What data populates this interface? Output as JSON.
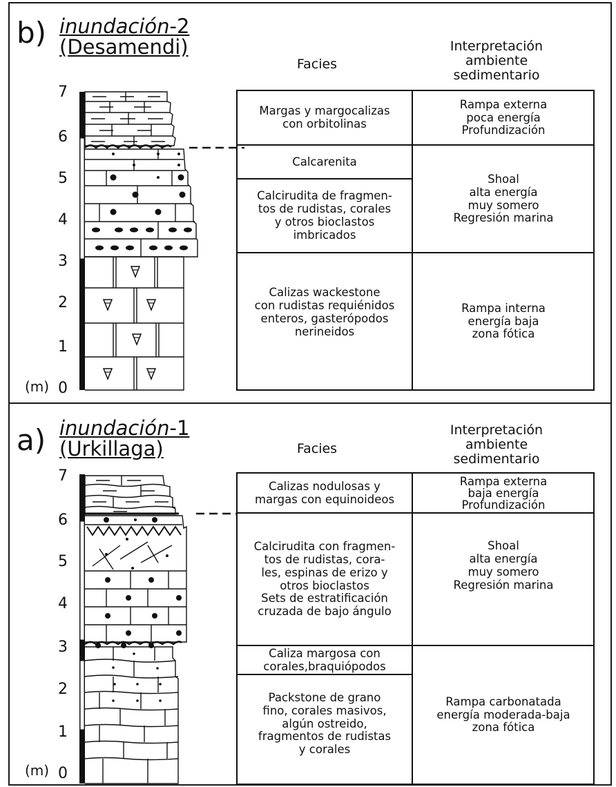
{
  "panel_b": {
    "label": "b)",
    "title_line1_word": "inundación",
    "title_line1_suffix": "-2",
    "title_line2": "(Desamendi)",
    "col_facies_header": "Facies",
    "col_interp_header": "Interpretación\nambiente\nsedimentario",
    "axis_unit": "(m)",
    "axis_ticks": [
      "7",
      "6",
      "5",
      "4",
      "3",
      "2",
      "1",
      "0"
    ],
    "facies": [
      "Margas y margocalizas\ncon orbitolinas",
      "Calcarenita",
      "Calcirudita de fragmen-\ntos de rudistas, corales\ny otros bioclastos\nimbricados",
      "Calizas wackestone\ncon rudistas requiénidos\nenteros, gasterópodos\nnerineidos"
    ],
    "interpretations": [
      "Rampa externa\npoca energía\nProfundización",
      "Shoal\nalta energía\nmuy somero\nRegresión marina",
      "Rampa interna\nenergía baja\nzona fótica"
    ]
  },
  "panel_a": {
    "label": "a)",
    "title_line1_word": "inundación",
    "title_line1_suffix": "-1",
    "title_line2": "(Urkillaga)",
    "col_facies_header": "Facies",
    "col_interp_header": "Interpretación\nambiente\nsedimentario",
    "axis_unit": "(m)",
    "axis_ticks": [
      "7",
      "6",
      "5",
      "4",
      "3",
      "2",
      "1",
      "0"
    ],
    "facies": [
      "Calizas nodulosas y\nmargas con equinoideos",
      "Calcirudita con fragmen-\ntos de rudistas, cora-\nles, espinas de erizo y\notros bioclastos\nSets de estratificación\ncruzada de bajo ángulo",
      "Caliza margosa con\ncorales,braquiópodos",
      "Packstone de grano\nfino, corales masivos,\nalgún ostreido,\nfragmentos de rudistas\ny corales"
    ],
    "interpretations": [
      "Rampa externa\nbaja energía\nProfundización",
      "Shoal\nalta energía\nmuy somero\nRegresión marina",
      "Rampa carbonatada\nenergía moderada-baja\nzona fótica"
    ]
  }
}
